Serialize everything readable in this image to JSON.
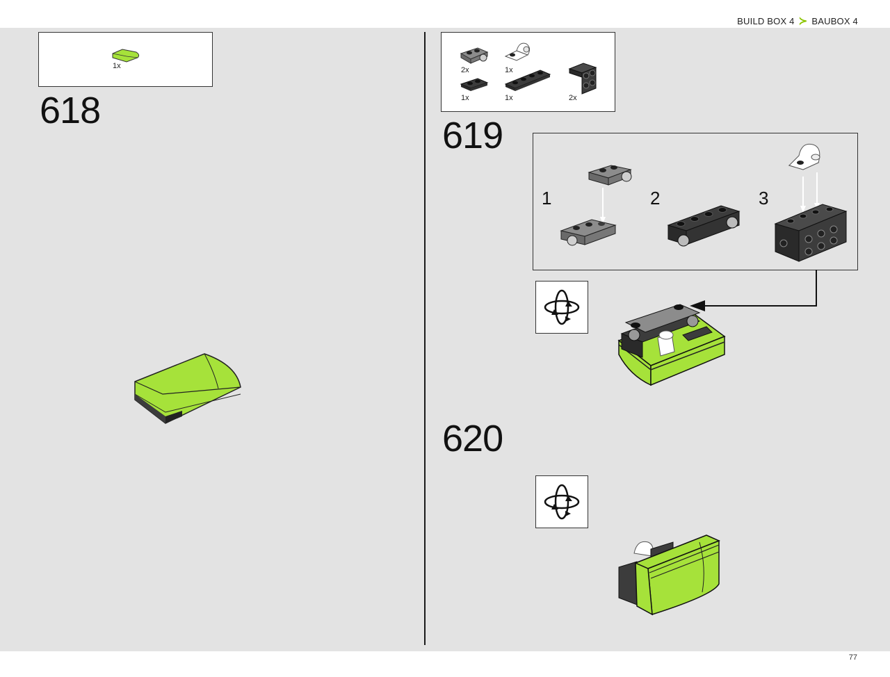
{
  "header": {
    "breadcrumb_part1": "BUILD BOX 4",
    "breadcrumb_part2": "BAUBOX 4"
  },
  "footer": {
    "page_number": "77"
  },
  "steps": [
    {
      "number": "618",
      "parts": [
        {
          "qty": "1x",
          "icon": "lime-curved-slope-part"
        }
      ]
    },
    {
      "number": "619",
      "parts": [
        {
          "qty": "2x",
          "icon": "gray-pin-plate-part"
        },
        {
          "qty": "1x",
          "icon": "white-curved-brick-part"
        },
        {
          "qty": "1x",
          "icon": "dark-plate-1x2-part"
        },
        {
          "qty": "1x",
          "icon": "dark-plate-1x4-part"
        },
        {
          "qty": "2x",
          "icon": "dark-bracket-part"
        }
      ],
      "substeps": [
        "1",
        "2",
        "3"
      ]
    },
    {
      "number": "620",
      "parts": []
    }
  ],
  "colors": {
    "lime": "#a6e23a",
    "dark_gray": "#3c3c3c",
    "light_gray": "#8c8c8c",
    "background": "#e3e3e3",
    "accent": "#8bc400"
  },
  "icons": [
    "rotate-model-icon",
    "arrow-icon"
  ]
}
